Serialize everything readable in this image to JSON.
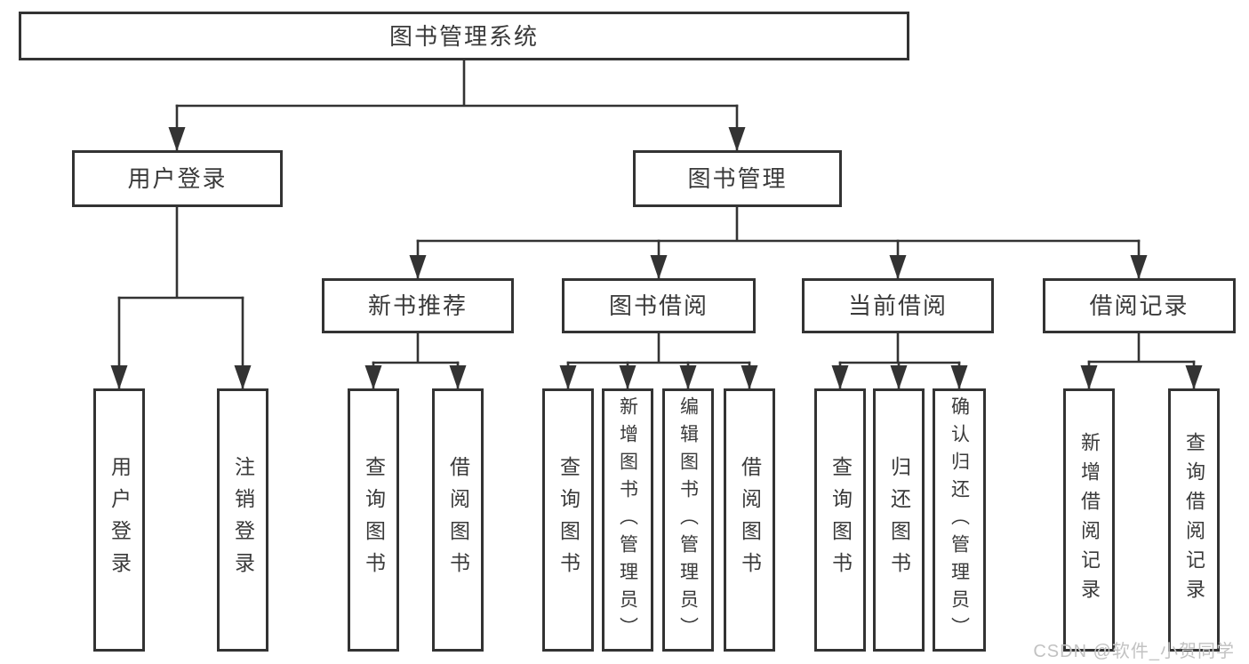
{
  "tree": {
    "label": "图书管理系统",
    "children": [
      {
        "label": "用户登录",
        "children": [
          {
            "label": "用户登录"
          },
          {
            "label": "注销登录"
          }
        ]
      },
      {
        "label": "图书管理",
        "children": [
          {
            "label": "新书推荐",
            "children": [
              {
                "label": "查询图书"
              },
              {
                "label": "借阅图书"
              }
            ]
          },
          {
            "label": "图书借阅",
            "children": [
              {
                "label": "查询图书"
              },
              {
                "label": "新增图书（管理员）"
              },
              {
                "label": "编辑图书（管理员）"
              },
              {
                "label": "借阅图书"
              }
            ]
          },
          {
            "label": "当前借阅",
            "children": [
              {
                "label": "查询图书"
              },
              {
                "label": "归还图书"
              },
              {
                "label": "确认归还（管理员）"
              }
            ]
          },
          {
            "label": "借阅记录",
            "children": [
              {
                "label": "新增借阅记录"
              },
              {
                "label": "查询借阅记录"
              }
            ]
          }
        ]
      }
    ]
  },
  "watermark": {
    "text": "CSDN @软件_小贺同学"
  },
  "colors": {
    "line": "#333333",
    "box_border": "#333333",
    "box_fill": "#ffffff",
    "text": "#3a3a3a",
    "watermark": "#c2c2c2",
    "background": "#ffffff"
  }
}
